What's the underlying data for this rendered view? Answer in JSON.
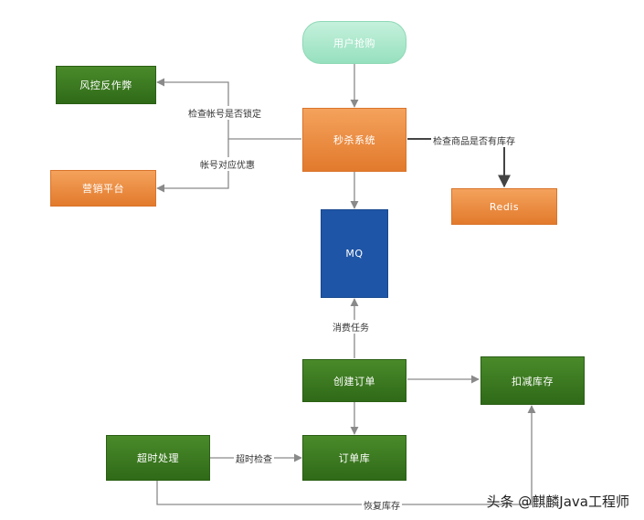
{
  "nodes": {
    "user_rush": "用户抢购",
    "risk_control": "风控反作弊",
    "marketing": "营销平台",
    "seckill": "秒杀系统",
    "redis": "Redis",
    "mq": "MQ",
    "create_order": "创建订单",
    "deduct_stock": "扣减库存",
    "timeout": "超时处理",
    "order_db": "订单库"
  },
  "edges": {
    "check_locked": "检查帐号是否锁定",
    "account_discount": "帐号对应优惠",
    "check_stock": "检查商品是否有库存",
    "consume_task": "消费任务",
    "timeout_check": "超时检查",
    "restore_stock": "恢复库存"
  },
  "watermark": "头条 @麒麟Java工程师",
  "colors": {
    "green": "#3d7d21",
    "orange": "#ec8c3e",
    "blue": "#1f55a6",
    "mint": "#aee8cc",
    "line": "#8a8a8a"
  }
}
